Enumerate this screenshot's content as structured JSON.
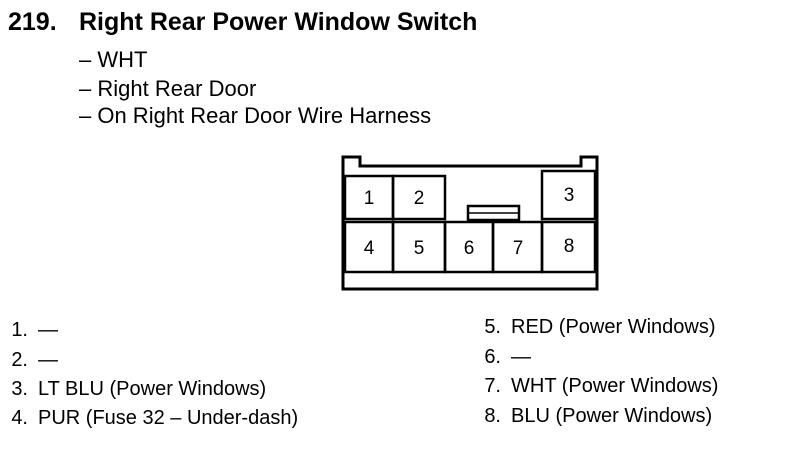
{
  "header": {
    "number": "219.",
    "title": "Right Rear Power Window Switch"
  },
  "details": [
    "– WHT",
    "– Right Rear Door",
    "– On Right Rear Door Wire Harness"
  ],
  "connector": {
    "cavities": [
      "1",
      "2",
      "3",
      "4",
      "5",
      "6",
      "7",
      "8"
    ]
  },
  "pinout": {
    "left": [
      {
        "num": "1.",
        "desc": "—"
      },
      {
        "num": "2.",
        "desc": "—"
      },
      {
        "num": "3.",
        "desc": "LT BLU (Power Windows)"
      },
      {
        "num": "4.",
        "desc": "PUR (Fuse 32 – Under-dash)"
      }
    ],
    "right": [
      {
        "num": "5.",
        "desc": "RED (Power Windows)"
      },
      {
        "num": "6.",
        "desc": "—"
      },
      {
        "num": "7.",
        "desc": "WHT (Power Windows)"
      },
      {
        "num": "8.",
        "desc": "BLU (Power Windows)"
      }
    ]
  }
}
